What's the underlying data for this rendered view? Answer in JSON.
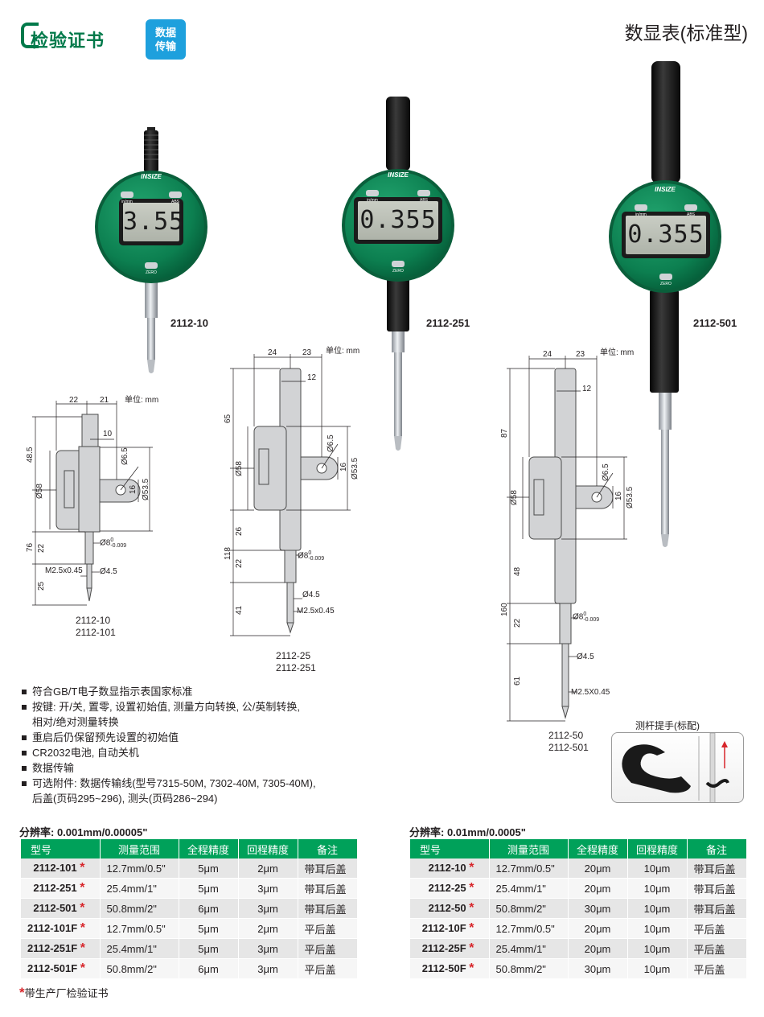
{
  "header": {
    "cert_label": "检验证书",
    "data_badge": [
      "数据",
      "传输"
    ],
    "page_title": "数显表(标准型)"
  },
  "products": [
    {
      "model": "2112-10",
      "reading": "3.55"
    },
    {
      "model": "2112-251",
      "reading": "0.355"
    },
    {
      "model": "2112-501",
      "reading": "0.355"
    }
  ],
  "gauge_face": {
    "brand": "INSIZE",
    "left_button": "in/mm",
    "right_button": "ABS",
    "bottom_button": "ZERO"
  },
  "drawings": {
    "unit_label": "单位: mm",
    "d1": {
      "top": [
        "22",
        "21"
      ],
      "stem_w": "10",
      "dia_small": "Ø6.5",
      "lug": "16",
      "dia_big": "Ø53.5",
      "dia_face": "Ø58",
      "left": [
        "48.5",
        "76",
        "22",
        "25"
      ],
      "stem_tol": "Ø8",
      "stem_tol_up": "0",
      "stem_tol_low": "-0.009",
      "thread": "M2.5x0.45",
      "tip": "Ø4.5",
      "captions": [
        "2112-10",
        "2112-101"
      ]
    },
    "d2": {
      "top": [
        "24",
        "23"
      ],
      "stem_w": "12",
      "dia_small": "Ø6.5",
      "lug": "16",
      "dia_big": "Ø53.5",
      "dia_face": "Ø58",
      "left": [
        "65",
        "118",
        "26",
        "22",
        "41"
      ],
      "stem_tol": "Ø8",
      "stem_tol_up": "0",
      "stem_tol_low": "-0.009",
      "tip": "Ø4.5",
      "thread": "M2.5x0.45",
      "captions": [
        "2112-25",
        "2112-251"
      ]
    },
    "d3": {
      "top": [
        "24",
        "23"
      ],
      "stem_w": "12",
      "dia_small": "Ø6.5",
      "lug": "16",
      "dia_big": "Ø53.5",
      "dia_face": "Ø58",
      "left": [
        "87",
        "160",
        "48",
        "22",
        "61"
      ],
      "stem_tol": "Ø8",
      "stem_tol_up": "0",
      "stem_tol_low": "-0.009",
      "tip": "Ø4.5",
      "thread": "M2.5X0.45",
      "captions": [
        "2112-50",
        "2112-501"
      ]
    }
  },
  "features": [
    "符合GB/T电子数显指示表国家标准",
    "按键: 开/关, 置零, 设置初始值, 测量方向转换, 公/英制转换,",
    "相对/绝对测量转换",
    "重启后仍保留预先设置的初始值",
    "CR2032电池, 自动关机",
    "数据传输",
    "可选附件: 数据传输线(型号7315-50M, 7302-40M, 7305-40M),",
    "后盖(页码295~296), 测头(页码286~294)"
  ],
  "accessory": {
    "title": "测杆提手(标配)"
  },
  "tables": [
    {
      "resolution": "分辨率: 0.001mm/0.00005\"",
      "headers": [
        "型号",
        "测量范围",
        "全程精度",
        "回程精度",
        "备注"
      ],
      "rows": [
        [
          "2112-101",
          "12.7mm/0.5\"",
          "5μm",
          "2μm",
          "带耳后盖"
        ],
        [
          "2112-251",
          "25.4mm/1\"",
          "5μm",
          "3μm",
          "带耳后盖"
        ],
        [
          "2112-501",
          "50.8mm/2\"",
          "6μm",
          "3μm",
          "带耳后盖"
        ],
        [
          "2112-101F",
          "12.7mm/0.5\"",
          "5μm",
          "2μm",
          "平后盖"
        ],
        [
          "2112-251F",
          "25.4mm/1\"",
          "5μm",
          "3μm",
          "平后盖"
        ],
        [
          "2112-501F",
          "50.8mm/2\"",
          "6μm",
          "3μm",
          "平后盖"
        ]
      ]
    },
    {
      "resolution": "分辨率: 0.01mm/0.0005\"",
      "headers": [
        "型号",
        "测量范围",
        "全程精度",
        "回程精度",
        "备注"
      ],
      "rows": [
        [
          "2112-10",
          "12.7mm/0.5\"",
          "20μm",
          "10μm",
          "带耳后盖"
        ],
        [
          "2112-25",
          "25.4mm/1\"",
          "20μm",
          "10μm",
          "带耳后盖"
        ],
        [
          "2112-50",
          "50.8mm/2\"",
          "30μm",
          "10μm",
          "带耳后盖"
        ],
        [
          "2112-10F",
          "12.7mm/0.5\"",
          "20μm",
          "10μm",
          "平后盖"
        ],
        [
          "2112-25F",
          "25.4mm/1\"",
          "20μm",
          "10μm",
          "平后盖"
        ],
        [
          "2112-50F",
          "50.8mm/2\"",
          "30μm",
          "10μm",
          "平后盖"
        ]
      ]
    }
  ],
  "footnote": {
    "star": "*",
    "text": "带生产厂检验证书"
  },
  "colors": {
    "brand_green": "#00a15a",
    "cert_green": "#00794a",
    "badge_blue": "#1ea0dd",
    "star_red": "#d7262b",
    "gauge_green": "#10885a"
  }
}
